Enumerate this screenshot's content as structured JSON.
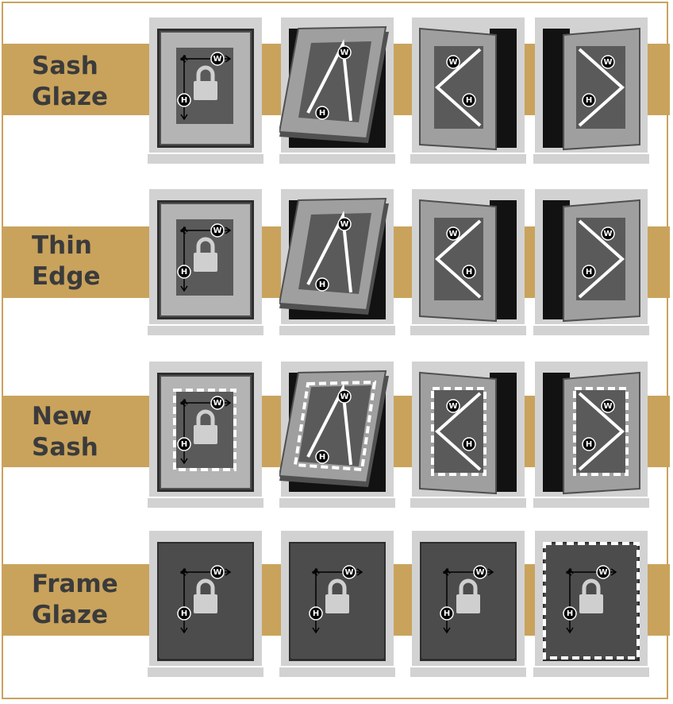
{
  "colors": {
    "band": "#c9a35c",
    "text": "#3b3b3b",
    "frame_light": "#d2d2d2",
    "glass": "#5a5a5a",
    "gap": "#121212",
    "dim_line": "#000000",
    "hinge_line": "#ffffff"
  },
  "dimension_labels": {
    "width": "W",
    "height": "H"
  },
  "rows": [
    {
      "line1": "Sash",
      "line2": "Glaze",
      "cells": [
        {
          "style": "fixed",
          "icon": "lock-icon"
        },
        {
          "style": "top-hung",
          "icon": "hinge-triangle-icon"
        },
        {
          "style": "side-hung-left",
          "icon": "hinge-chevron-icon"
        },
        {
          "style": "side-hung-right",
          "icon": "hinge-chevron-icon"
        }
      ]
    },
    {
      "line1": "Thin",
      "line2": "Edge",
      "cells": [
        {
          "style": "fixed",
          "icon": "lock-icon"
        },
        {
          "style": "top-hung",
          "icon": "hinge-triangle-icon"
        },
        {
          "style": "side-hung-left",
          "icon": "hinge-chevron-icon"
        },
        {
          "style": "side-hung-right",
          "icon": "hinge-chevron-icon"
        }
      ]
    },
    {
      "line1": "New",
      "line2": "Sash",
      "cells": [
        {
          "style": "fixed",
          "icon": "lock-icon"
        },
        {
          "style": "top-hung",
          "icon": "hinge-triangle-icon"
        },
        {
          "style": "side-hung-left",
          "icon": "hinge-chevron-icon"
        },
        {
          "style": "side-hung-right",
          "icon": "hinge-chevron-icon"
        }
      ]
    },
    {
      "line1": "Frame",
      "line2": "Glaze",
      "cells": [
        {
          "style": "fixed",
          "icon": "lock-icon"
        },
        {
          "style": "fixed",
          "icon": "lock-icon"
        },
        {
          "style": "fixed",
          "icon": "lock-icon"
        },
        {
          "style": "fixed",
          "icon": "lock-icon"
        }
      ]
    }
  ]
}
